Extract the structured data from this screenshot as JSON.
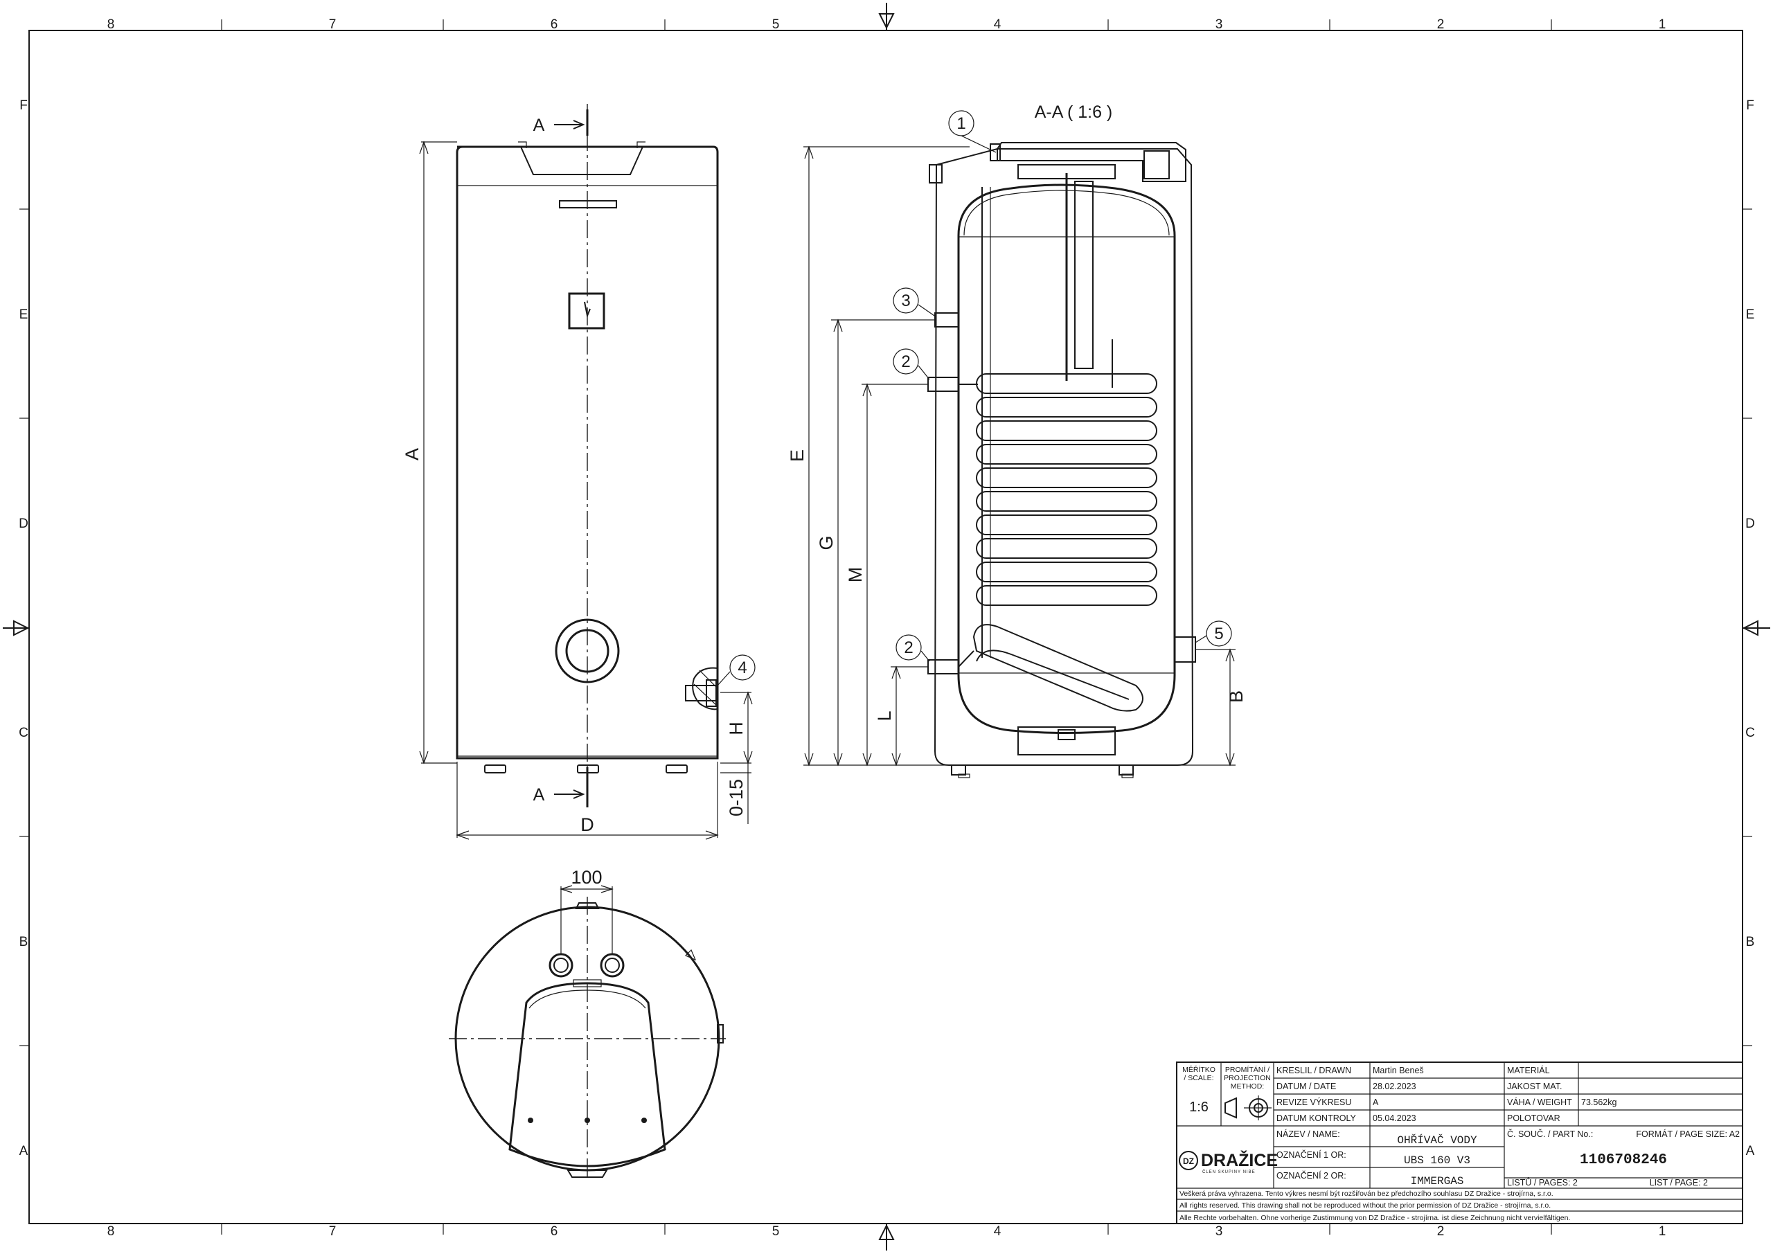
{
  "grid": {
    "cols": [
      "8",
      "7",
      "6",
      "5",
      "4",
      "3",
      "2",
      "1"
    ],
    "rows": [
      "F",
      "E",
      "D",
      "C",
      "B",
      "A"
    ]
  },
  "front_view": {
    "section_mark": "A",
    "dims": {
      "height": "A",
      "width": "D",
      "pipe_height": "H",
      "feet": "0-15"
    },
    "balloon_4": "4"
  },
  "section_view": {
    "title": "A-A ( 1:6 )",
    "dims": {
      "E": "E",
      "G": "G",
      "M": "M",
      "L": "L",
      "B": "B"
    },
    "balloons": [
      "1",
      "3",
      "2",
      "2",
      "5"
    ]
  },
  "top_view": {
    "dim_100": "100"
  },
  "title_block": {
    "scale_label": "MĚŘÍTKO / SCALE:",
    "scale_value": "1:6",
    "projection_label": "PROMÍTÁNÍ / PROJECTION METHOD:",
    "drawn_label": "KRESLIL / DRAWN",
    "drawn_value": "Martin Beneš",
    "date_label": "DATUM / DATE",
    "date_value": "28.02.2023",
    "revision_label": "REVIZE VÝKRESU",
    "revision_value": "A",
    "check_label": "DATUM KONTROLY",
    "check_value": "05.04.2023",
    "material_label": "MATERIÁL",
    "material_value": "",
    "quality_label": "JAKOST MAT.",
    "quality_value": "",
    "weight_label": "VÁHA / WEIGHT",
    "weight_value": "73.562kg",
    "blank_label": "POLOTOVAR",
    "blank_value": "",
    "name_label": "NÁZEV / NAME:",
    "name_value": "OHŘÍVAČ VODY",
    "mark1_label": "OZNAČENÍ 1 OR:",
    "mark1_value": "UBS 160 V3",
    "mark2_label": "OZNAČENÍ 2 OR:",
    "mark2_value": "IMMERGAS",
    "part_label": "Č. SOUČ. / PART No.:",
    "format_label": "FORMÁT / PAGE SIZE: A2",
    "part_value": "1106708246",
    "pages_label": "LISTŮ / PAGES: 2",
    "page_label": "LIST / PAGE: 2",
    "logo": "DRAŽICE",
    "logo_sub": "ČLEN SKUPINY NIBE",
    "notice_cz": "Veškerá práva vyhrazena. Tento výkres nesmí být rozšiřován bez předchozího souhlasu DZ Dražice - strojírna, s.r.o.",
    "notice_en": "All rights reserved. This drawing shall not be reproduced without the prior permission of DZ Dražice - strojírna, s.r.o.",
    "notice_de": "Alle Rechte vorbehalten. Ohne vorherige Zustimmung von DZ Dražice - strojírna. ist diese Zeichnung nicht vervielfältigen."
  }
}
